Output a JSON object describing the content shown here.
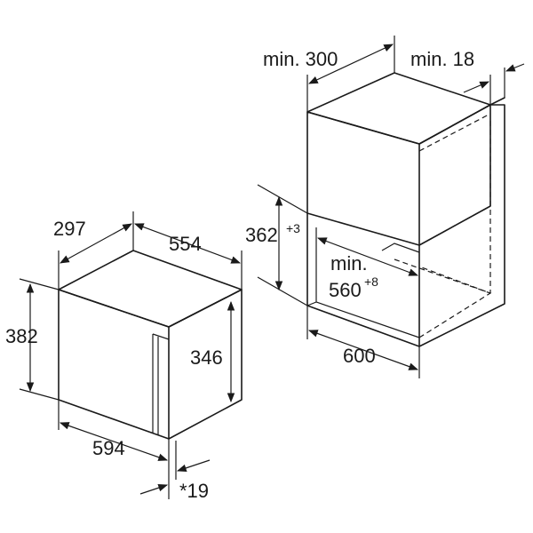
{
  "microwave": {
    "depth_label": "297",
    "width_top_label": "554",
    "height_label": "382",
    "inner_height_label": "346",
    "width_bottom_label": "594",
    "protrusion_label": "*19"
  },
  "niche": {
    "min_depth_label": "min. 300",
    "min_gap_label": "min. 18",
    "height_label": "362",
    "height_tolerance": "+3",
    "min_width_prefix": "min.",
    "min_width_value": "560",
    "min_width_tolerance": "+8",
    "width_label": "600"
  }
}
